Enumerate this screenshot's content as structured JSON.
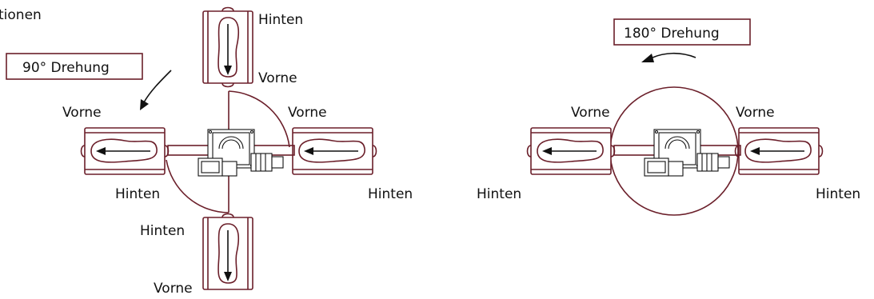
{
  "left_panel": {
    "title_fragment": "tionen",
    "rotation_label": "90° Drehung",
    "labels": {
      "top_hinten": "Hinten",
      "top_vorne": "Vorne",
      "left_vorne": "Vorne",
      "right_vorne": "Vorne",
      "left_hinten": "Hinten",
      "right_hinten": "Hinten",
      "bottom_hinten": "Hinten",
      "bottom_vorne": "Vorne"
    }
  },
  "right_panel": {
    "rotation_label": "180° Drehung",
    "labels": {
      "left_vorne": "Vorne",
      "right_vorne": "Vorne",
      "left_hinten": "Hinten",
      "right_hinten": "Hinten"
    }
  },
  "colors": {
    "outline": "#6b1f2a",
    "machine": "#111111"
  }
}
